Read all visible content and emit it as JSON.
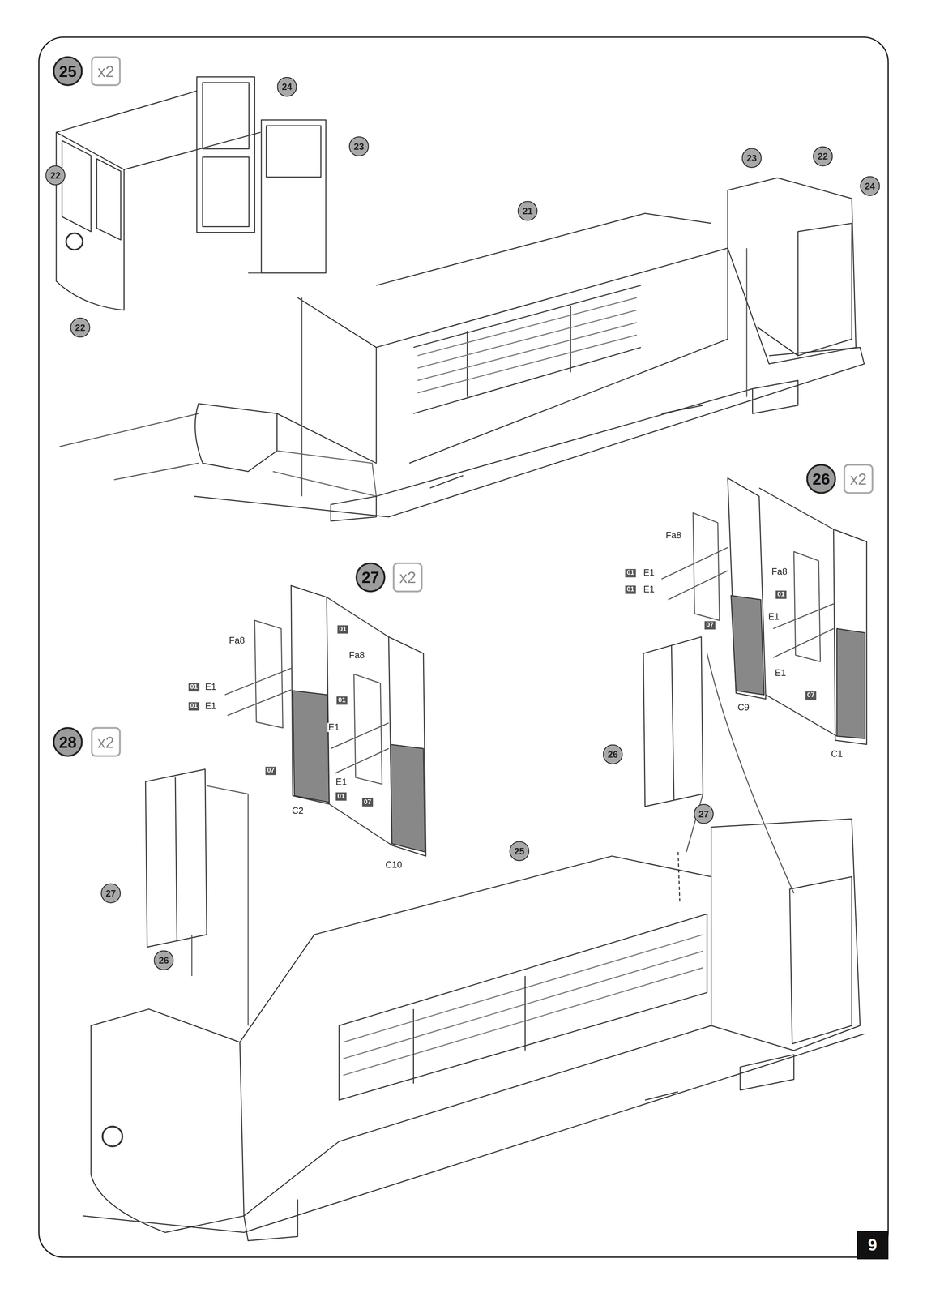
{
  "diagram": {
    "labels": [
      "25",
      "x2",
      "24",
      "23",
      "22",
      "22",
      "21",
      "23",
      "22",
      "24",
      "26",
      "x2",
      "Fa8",
      "01",
      "E1",
      "01",
      "E1",
      "Fa8",
      "01",
      "07",
      "E1",
      "E1",
      "07",
      "C9",
      "C1",
      "27",
      "x2",
      "Fa8",
      "01",
      "01",
      "E1",
      "01",
      "E1",
      "Fa8",
      "01",
      "E1",
      "E1",
      "01",
      "07",
      "07",
      "C2",
      "C10",
      "26",
      "27",
      "28",
      "x2",
      "27",
      "26",
      "25",
      "9"
    ]
  }
}
